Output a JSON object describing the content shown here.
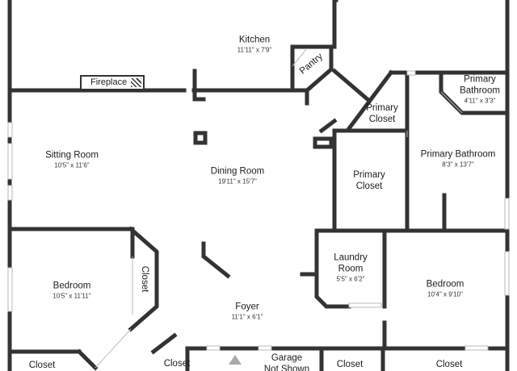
{
  "rooms": {
    "kitchen": {
      "name": "Kitchen",
      "dims": "11'11\" x 7'9\""
    },
    "pantry": {
      "name": "Pantry"
    },
    "primary_bath_small": {
      "name_l1": "Primary",
      "name_l2": "Bathroom",
      "dims": "4'11\" x 3'3\""
    },
    "primary_closet_upper": {
      "name_l1": "Primary",
      "name_l2": "Closet"
    },
    "primary_bathroom": {
      "name": "Primary Bathroom",
      "dims": "8'3\" x 13'7\""
    },
    "primary_closet_lower": {
      "name_l1": "Primary",
      "name_l2": "Closet"
    },
    "sitting_room": {
      "name": "Sitting Room",
      "dims": "10'5\" x 11'6\""
    },
    "dining_room": {
      "name": "Dining Room",
      "dims": "19'11\" x 15'7\""
    },
    "laundry_room": {
      "name_l1": "Laundry",
      "name_l2": "Room",
      "dims": "5'5\" x 6'2\""
    },
    "bedroom_left": {
      "name": "Bedroom",
      "dims": "10'5\" x 11'11\""
    },
    "closet_vertical": {
      "name": "Closet"
    },
    "foyer": {
      "name": "Foyer",
      "dims": "11'1\" x 6'1\""
    },
    "bedroom_right": {
      "name": "Bedroom",
      "dims": "10'4\" x 9'10\""
    },
    "closet_bottom_left": {
      "name": "Closet"
    },
    "closet_bottom_mid": {
      "name": "Closet"
    },
    "garage": {
      "name_l1": "Garage",
      "name_l2": "Not Shown"
    },
    "closet_bottom_center": {
      "name": "Closet"
    },
    "closet_bottom_right": {
      "name": "Closet"
    }
  },
  "fireplace": {
    "label": "Fireplace"
  },
  "colors": {
    "wall": "#333333",
    "window": "#bbbbbb",
    "background": "#ffffff",
    "entry_arrow": "#aaaaaa"
  }
}
